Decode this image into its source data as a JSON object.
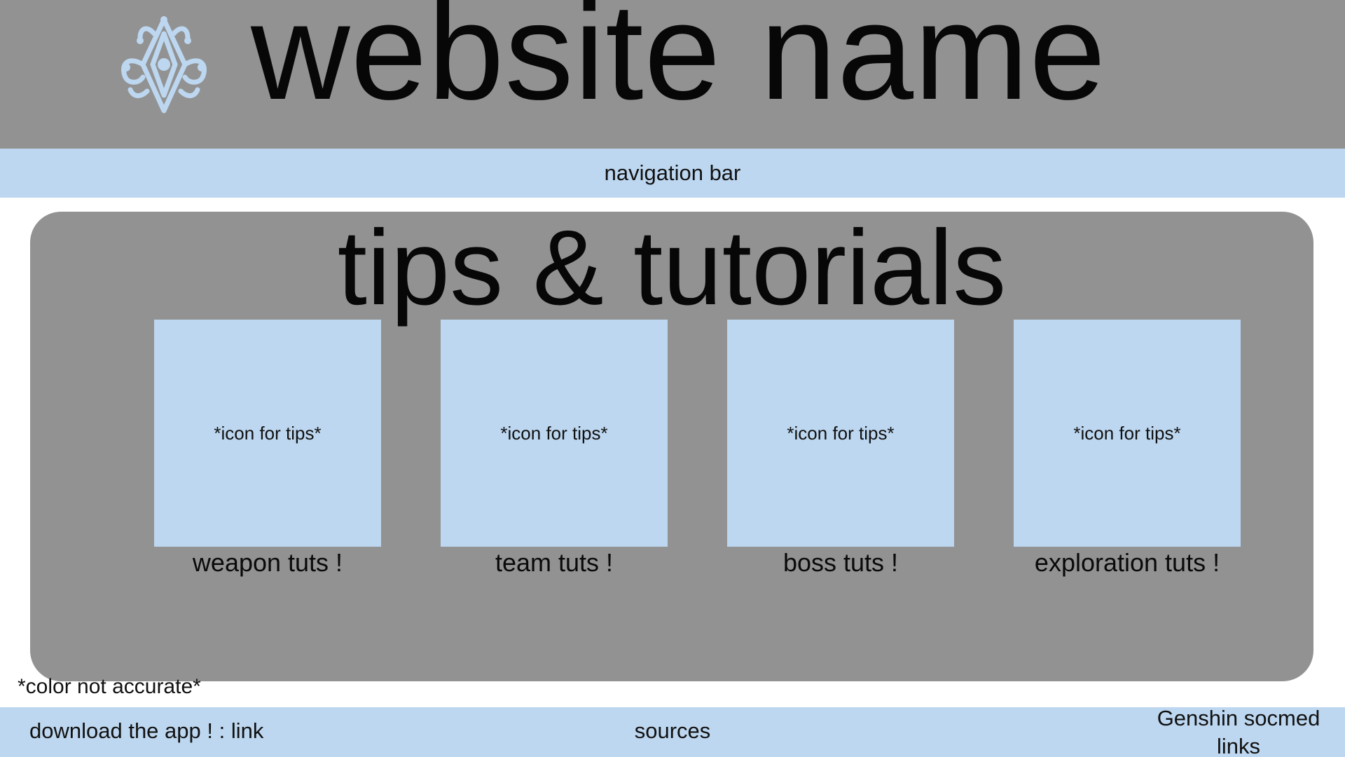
{
  "header": {
    "logo_icon": "ornate-emblem-icon",
    "title": "website name",
    "colors": {
      "background": "#929292",
      "logo": "#bdd7f0"
    }
  },
  "navbar": {
    "label": "navigation bar",
    "color": "#bdd7f0"
  },
  "main": {
    "title": "tips & tutorials",
    "cards": [
      {
        "icon_text": "*icon for tips*",
        "label": "weapon tuts !"
      },
      {
        "icon_text": "*icon for tips*",
        "label": "team tuts !"
      },
      {
        "icon_text": "*icon for tips*",
        "label": "boss tuts !"
      },
      {
        "icon_text": "*icon for tips*",
        "label": "exploration tuts !"
      }
    ],
    "colors": {
      "panel": "#929292",
      "card": "#bdd7f0"
    }
  },
  "note": "*color not accurate*",
  "footer": {
    "left": "download the app ! : link",
    "center": "sources",
    "right": "Genshin socmed links",
    "color": "#bdd7f0"
  }
}
